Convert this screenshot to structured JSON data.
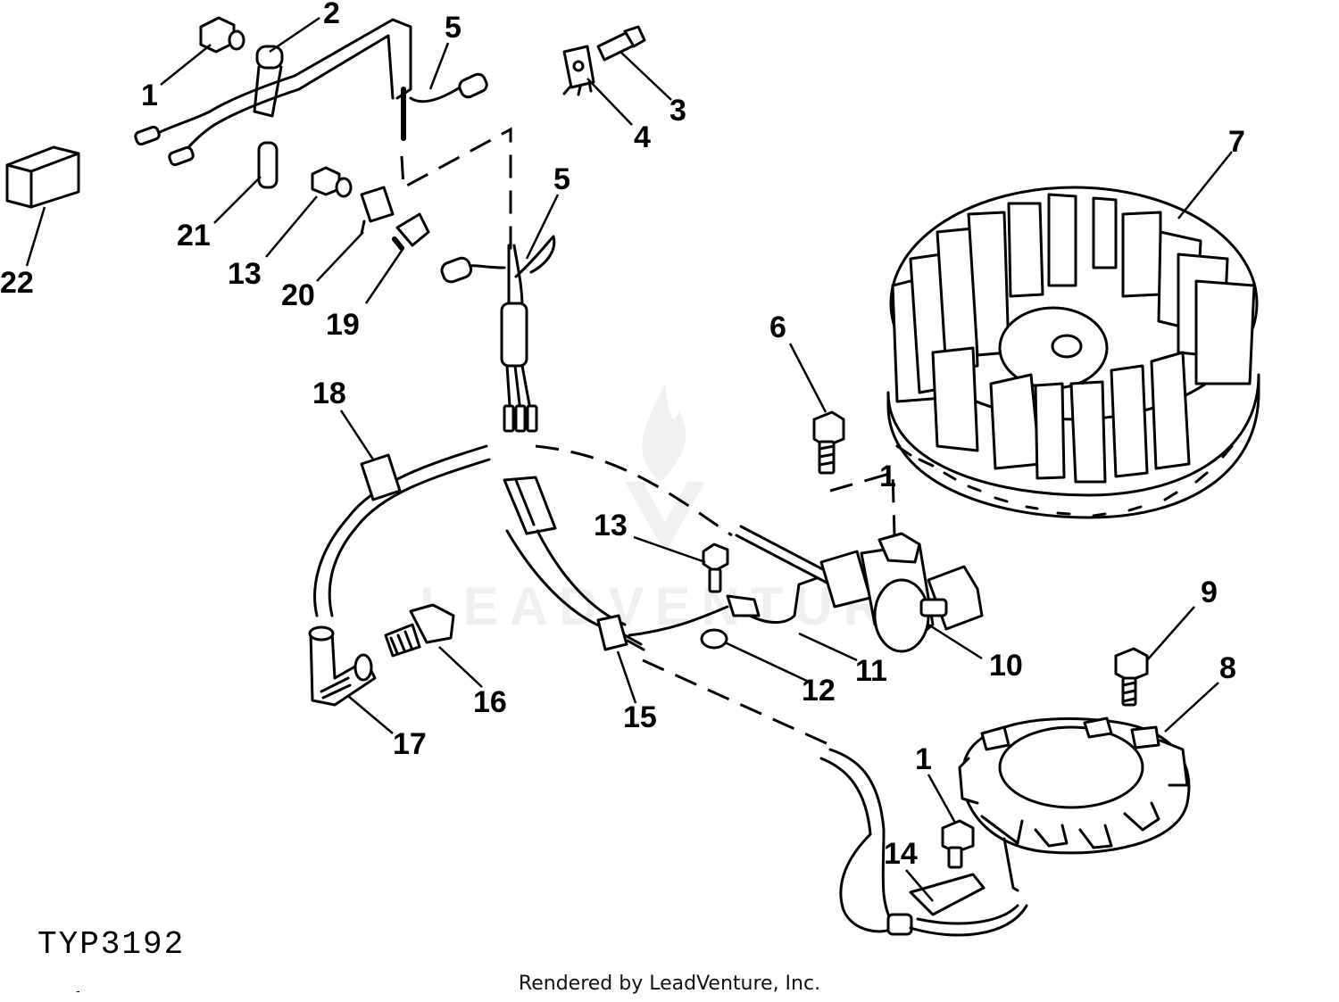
{
  "diagram_code": "TYP3192",
  "footer_text": "Rendered by LeadVenture, Inc.",
  "watermark_text": "LEADVENTURE",
  "callouts": {
    "c1a": "1",
    "c2": "2",
    "c3": "3",
    "c4": "4",
    "c5a": "5",
    "c5b": "5",
    "c6": "6",
    "c7": "7",
    "c8": "8",
    "c9": "9",
    "c10": "10",
    "c11": "11",
    "c12": "12",
    "c13a": "13",
    "c13b": "13",
    "c14": "14",
    "c15": "15",
    "c16": "16",
    "c17": "17",
    "c18": "18",
    "c19": "19",
    "c20": "20",
    "c21": "21",
    "c22": "22",
    "c1b": "1",
    "c1c": "1"
  }
}
